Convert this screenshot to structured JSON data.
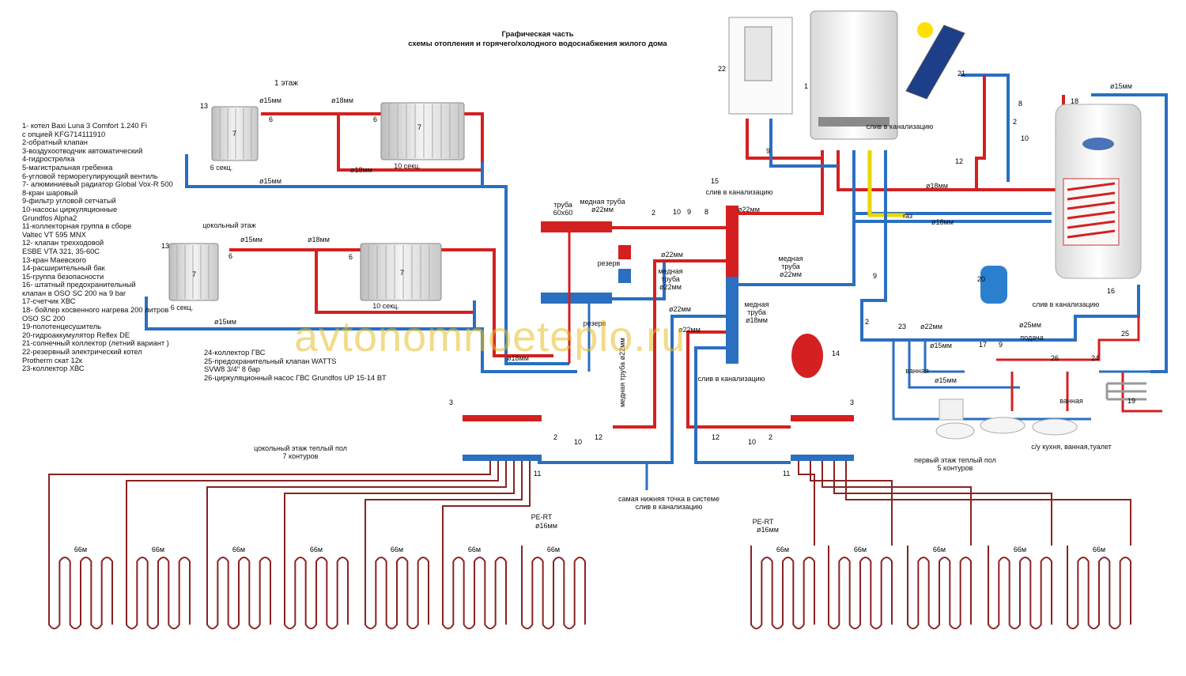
{
  "title": [
    "Графическая часть",
    "схемы отопления и  горячего/холодного водоснабжения жилого дома"
  ],
  "watermark": "avtonomnoeteplo.ru",
  "legend": [
    "1- котел Baxi Luna 3 Comfort  1.240 Fi\n   с опцией KFG714111910",
    "2-обратный клапан",
    "3-воздухоотводчик автоматический",
    "4-гидрострелка",
    "5-магистральная гребенка",
    "6-угловой терморегулирующий вентиль",
    "7- алюминиевый радиатор Global Vox-R 500",
    "8-кран шаровый",
    "9-фильтр угловой сетчатый",
    "10-насосы циркуляционные\n      Grundfos Alpha2",
    "11-коллекторная группа в сборе\n      Valtec  VT 595 MNX",
    "12- клапан трехходовой\n      ESBE VTA 321, 35-60C",
    "13-кран Маевского",
    "14-расширительный бак",
    "15-группа безопасности",
    "16- штатный предохранительный\n      клапан в  OSO SC 200 на 9 bar",
    "17-счетчик ХВС",
    "18- бойлер косвенного  нагрева  200 литров\n       OSO SC 200",
    "19-полотенцесушитель",
    "20-гидроаккумулятор  Reflex DE",
    "21-солнечный коллектор  (летний вариант )",
    "22-резервный электрический котел\n       Protherm скат 12к",
    "23-коллектор ХВС"
  ],
  "legend2": [
    "24-коллектор ГВС",
    "25-предохранительный клапан WATTS\n      SVW8 3/4\" 8 бар",
    "26-циркуляционный насос ГВС  Grundfos  UP  15-14  BT"
  ],
  "labels": {
    "floor1": "1 этаж",
    "basement": "цокольный этаж",
    "sec6a": "6 секц.",
    "sec10a": "10 секц.",
    "sec6b": "6 секц.",
    "sec10b": "10 секц.",
    "d15": "ø15мм",
    "d18": "ø18мм",
    "d22": "ø22мм",
    "d25": "ø25мм",
    "d16": "ø16мм",
    "pipe60": "труба\n60x60",
    "copper22": "медная труба\nø22мм",
    "copper_pipe_short": "медная\nтруба\nø22мм",
    "copper_pipe_b": "медная\nтруба\nø18мм",
    "copper_vertical": "медная труба ø22мм",
    "reserve": "резерв",
    "drain": "слив в канализацию",
    "gas": "газ",
    "supply": "подача",
    "bath": "ванная",
    "bath2": "ванная",
    "floor_heat_basement": "цокольный этаж теплый пол\n7 контуров",
    "floor_heat_first": "первый этаж теплый пол\n5 контуров",
    "lowest_point": "самая нижняя точка в системе\nслив в канализацию",
    "pert": "PE-RT",
    "loop": "66м",
    "kitchen": "с/у кухня, ванная,туалет"
  },
  "colors": {
    "hot": "#d42020",
    "cold": "#2a6fc0",
    "pex": "#8a2222",
    "gas": "#e8d800",
    "radiator": "#e8e8e8"
  }
}
